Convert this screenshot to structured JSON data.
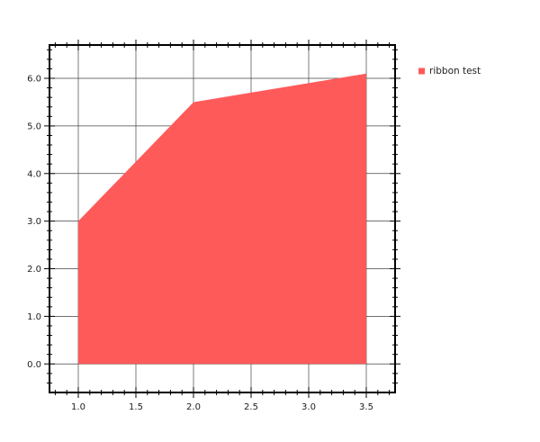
{
  "chart_data": {
    "type": "area",
    "title": "",
    "xlabel": "",
    "ylabel": "",
    "x": [
      1.0,
      2.0,
      3.5
    ],
    "series": [
      {
        "name": "ribbon test",
        "lower": [
          0.0,
          0.0,
          0.0
        ],
        "upper": [
          3.0,
          5.5,
          6.1
        ],
        "color": "#ff5a5a"
      }
    ],
    "xlim": [
      0.75,
      3.75
    ],
    "ylim": [
      -0.6,
      6.7
    ],
    "xticks": [
      1.0,
      1.5,
      2.0,
      2.5,
      3.0,
      3.5
    ],
    "xtick_labels": [
      "1.0",
      "1.5",
      "2.0",
      "2.5",
      "3.0",
      "3.5"
    ],
    "yticks": [
      0.0,
      1.0,
      2.0,
      3.0,
      4.0,
      5.0,
      6.0
    ],
    "ytick_labels": [
      "0.0",
      "1.0",
      "2.0",
      "3.0",
      "4.0",
      "5.0",
      "6.0"
    ],
    "grid": true,
    "legend": {
      "placement": "top-right outside",
      "entries": [
        "ribbon test"
      ]
    }
  }
}
